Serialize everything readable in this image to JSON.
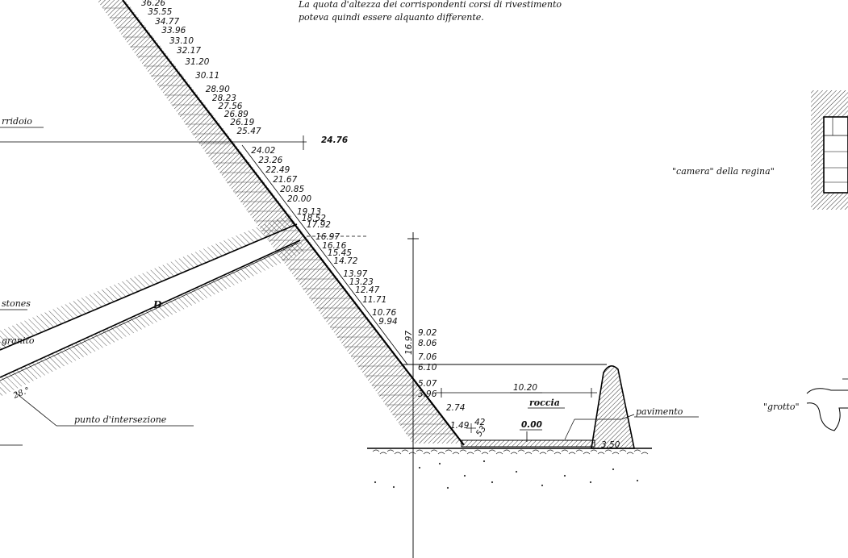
{
  "note": {
    "line1": "La quota d'altezza dei corrispondenti corsi di rivestimento",
    "line2": "poteva quindi essere alquanto differente."
  },
  "labels": {
    "corridoio": "rridoio",
    "camera_regina": "\"camera\" della regina\"",
    "bastones": "stones",
    "granito": "granito",
    "punto_intersezione": "punto d'intersezione",
    "roccia": "roccia",
    "pavimento": "pavimento",
    "grotto": "\"grotto\"",
    "corridor_letter": "D",
    "angle_28": "28.°",
    "angle_42": "42",
    "angle_53": "53"
  },
  "course_heights": [
    "36.26",
    "35.55",
    "34.77",
    "33.96",
    "33.10",
    "32.17",
    "31.20",
    "30.11",
    "28.90",
    "28.23",
    "27.56",
    "26.89",
    "26.19",
    "25.47",
    "24.02",
    "23.26",
    "22.49",
    "21.67",
    "20.85",
    "20.00",
    "19.13",
    "18.52",
    "17.92",
    "16.97",
    "16.16",
    "15.45",
    "14.72",
    "13.97",
    "13.23",
    "12.47",
    "11.71",
    "10.76",
    "9.94",
    "9.02",
    "8.06",
    "7.06",
    "6.10",
    "5.07",
    "3.96",
    "2.74",
    "1.49"
  ],
  "dimensions": {
    "corridor_level": "24.76",
    "vertical_height": "16.97",
    "span": "10.20",
    "zero": "0.00",
    "wall_base": "3.50"
  }
}
